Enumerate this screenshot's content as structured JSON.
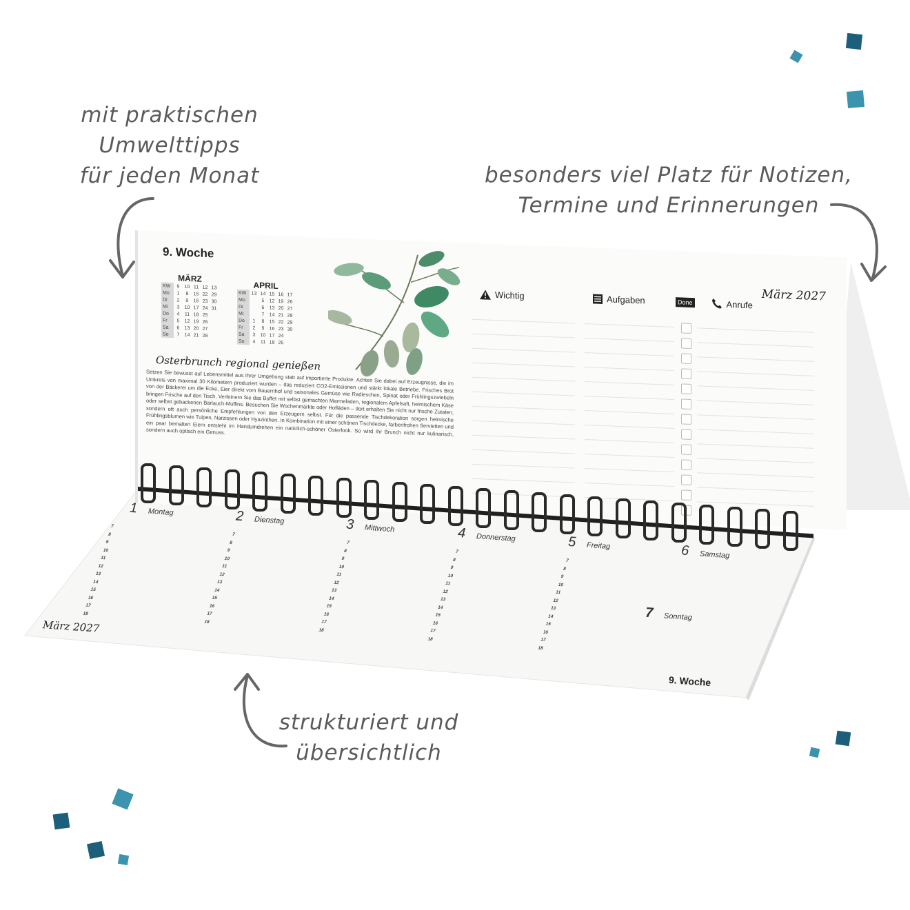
{
  "captions": {
    "umwelttipps": [
      "mit praktischen",
      "Umwelttipps",
      "für jeden Monat"
    ],
    "notizen": [
      "besonders viel Platz für Notizen,",
      "Termine und Erinnerungen"
    ],
    "struktur": [
      "strukturiert und",
      "übersichtlich"
    ]
  },
  "colors": {
    "confetti_dark": "#1d5f7a",
    "confetti_light": "#3b93ad",
    "arrow": "#666666"
  },
  "top_page": {
    "week_title": "9. Woche",
    "month_script": "März 2027",
    "maerz": {
      "name": "MÄRZ",
      "rows": [
        [
          "KW",
          "9",
          "10",
          "11",
          "12",
          "13"
        ],
        [
          "Mo",
          "1",
          "8",
          "15",
          "22",
          "29"
        ],
        [
          "Di",
          "2",
          "9",
          "16",
          "23",
          "30"
        ],
        [
          "Mi",
          "3",
          "10",
          "17",
          "24",
          "31"
        ],
        [
          "Do",
          "4",
          "11",
          "18",
          "25",
          ""
        ],
        [
          "Fr",
          "5",
          "12",
          "19",
          "26",
          ""
        ],
        [
          "Sa",
          "6",
          "13",
          "20",
          "27",
          ""
        ],
        [
          "So",
          "7",
          "14",
          "21",
          "28",
          ""
        ]
      ]
    },
    "april": {
      "name": "APRIL",
      "rows": [
        [
          "KW",
          "13",
          "14",
          "15",
          "16",
          "17"
        ],
        [
          "Mo",
          "",
          "5",
          "12",
          "19",
          "26"
        ],
        [
          "Di",
          "",
          "6",
          "13",
          "20",
          "27"
        ],
        [
          "Mi",
          "",
          "7",
          "14",
          "21",
          "28"
        ],
        [
          "Do",
          "1",
          "8",
          "15",
          "22",
          "29"
        ],
        [
          "Fr",
          "2",
          "9",
          "16",
          "23",
          "30"
        ],
        [
          "Sa",
          "3",
          "10",
          "17",
          "24",
          ""
        ],
        [
          "So",
          "4",
          "11",
          "18",
          "25",
          ""
        ]
      ]
    },
    "tip_title": "Osterbrunch regional genießen",
    "tip_text": "Setzen Sie bewusst auf Lebensmittel aus Ihrer Umgebung statt auf importierte Produkte. Achten Sie dabei auf Erzeugnisse, die im Umkreis von maximal 30 Kilometern produziert wurden – das reduziert CO2-Emissionen und stärkt lokale Betriebe. Frisches Brot von der Bäckerei um die Ecke, Eier direkt vom Bauernhof und saisonales Gemüse wie Radieschen, Spinat oder Frühlingszwiebeln bringen Frische auf den Tisch. Verfeinern Sie das Buffet mit selbst gemachten Marmeladen, regionalem Apfelsaft, heimischem Käse oder selbst gebackenen Bärlauch-Muffins. Besuchen Sie Wochenmärkte oder Hofläden – dort erhalten Sie nicht nur frische Zutaten, sondern oft auch persönliche Empfehlungen von den Erzeugern selbst. Für die passende Tischdekoration sorgen heimische Frühlingsblumen wie Tulpen, Narzissen oder Hyazinthen. In Kombination mit einer schönen Tischdecke, farbenfrohen Servietten und ein paar bemalten Eiern entsteht im Handumdrehen ein natürlich-schöner Osterlook. So wird Ihr Brunch nicht nur kulinarisch, sondern auch optisch ein Genuss.",
    "col_wichtig": "Wichtig",
    "col_aufgaben": "Aufgaben",
    "done_badge": "Done",
    "col_anrufe": "Anrufe"
  },
  "days": [
    {
      "num": "1",
      "name": "Montag"
    },
    {
      "num": "2",
      "name": "Dienstag"
    },
    {
      "num": "3",
      "name": "Mittwoch"
    },
    {
      "num": "4",
      "name": "Donnerstag"
    },
    {
      "num": "5",
      "name": "Freitag"
    },
    {
      "num": "6",
      "name": "Samstag"
    },
    {
      "num": "7",
      "name": "Sonntag"
    }
  ],
  "hours": [
    "7",
    "8",
    "9",
    "10",
    "11",
    "12",
    "13",
    "14",
    "15",
    "16",
    "17",
    "18"
  ],
  "bottom_page": {
    "month_script": "März 2027",
    "week_title": "9. Woche"
  }
}
